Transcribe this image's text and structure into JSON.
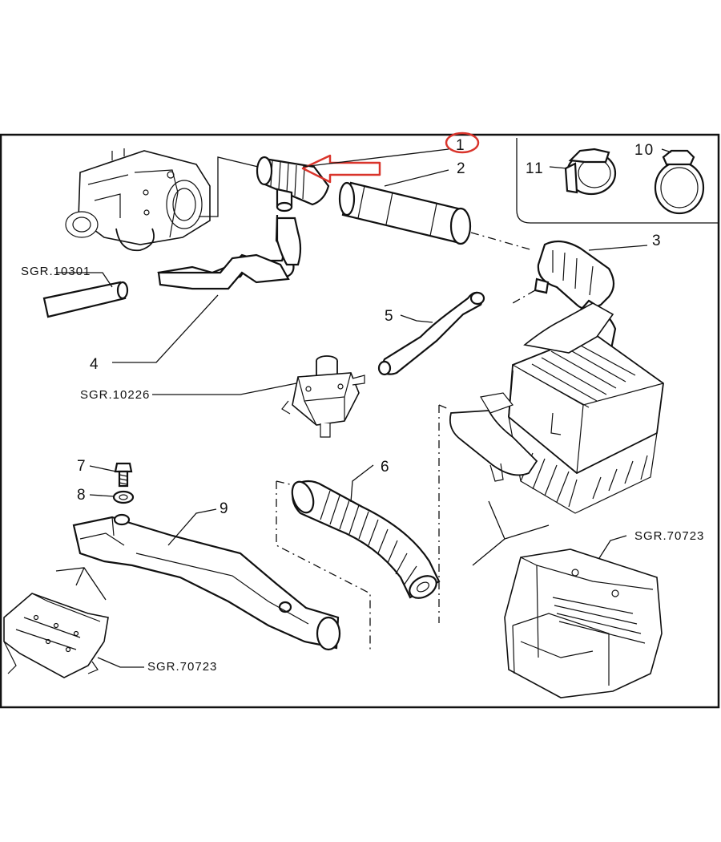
{
  "diagram": {
    "callouts": [
      "1",
      "2",
      "3",
      "4",
      "5",
      "6",
      "7",
      "8",
      "9",
      "10",
      "11"
    ],
    "references": {
      "sgr_10301": "SGR.10301",
      "sgr_10226": "SGR.10226",
      "sgr_70723_right": "SGR.70723",
      "sgr_70723_left": "SGR.70723"
    },
    "highlight": {
      "part": "1",
      "color": "#d9342b"
    }
  }
}
